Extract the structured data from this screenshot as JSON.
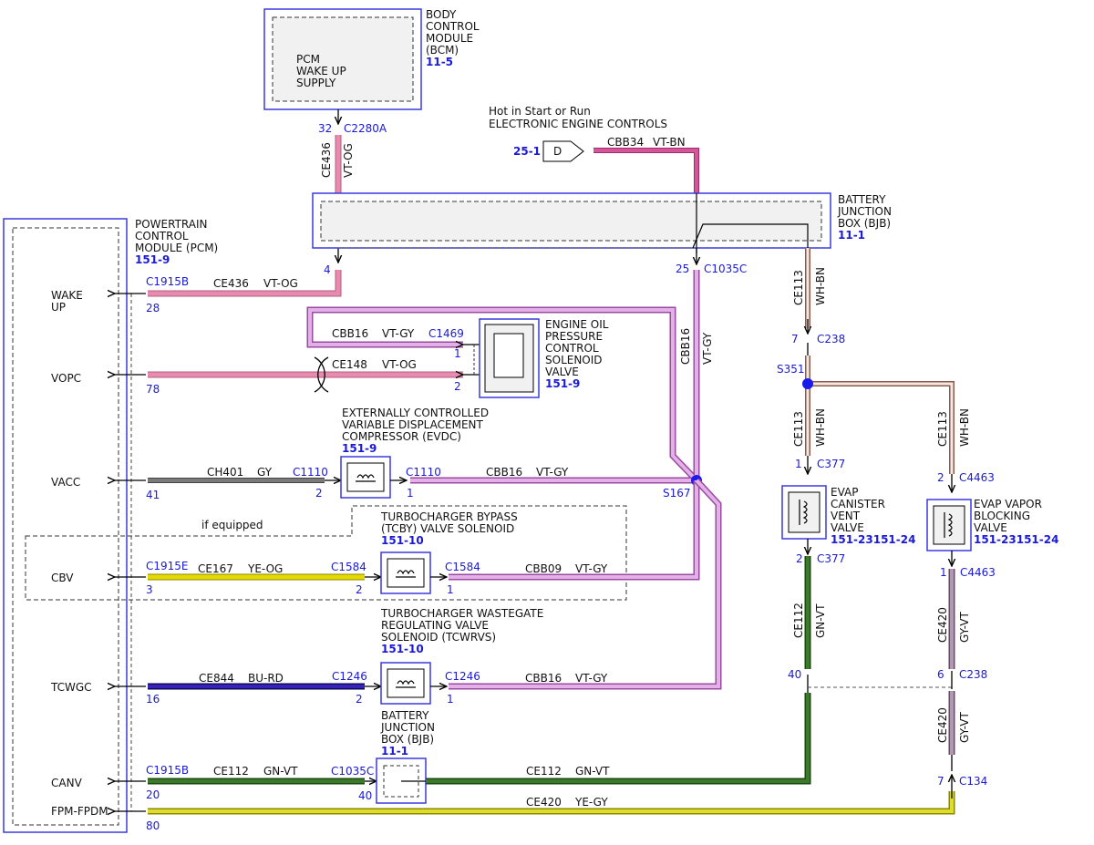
{
  "bcm": {
    "title": [
      "BODY",
      "CONTROL",
      "MODULE",
      "(BCM)"
    ],
    "ref": "11-5",
    "inner": [
      "PCM",
      "WAKE UP",
      "SUPPLY"
    ]
  },
  "source": {
    "line1": "Hot in Start or Run",
    "line2": "ELECTRONIC ENGINE CONTROLS",
    "ref": "25-1",
    "connector": "D",
    "circuit": "CBB34",
    "color": "VT-BN"
  },
  "bjb": {
    "title": [
      "BATTERY",
      "JUNCTION",
      "BOX (BJB)"
    ],
    "ref": "11-1"
  },
  "pcm": {
    "title": [
      "POWERTRAIN",
      "CONTROL",
      "MODULE (PCM)"
    ],
    "ref": "151-9",
    "pins": [
      "WAKE",
      "UP",
      "VOPC",
      "VACC",
      "CBV",
      "TCWGC",
      "CANV",
      "FPM-FPDM"
    ]
  },
  "wires": {
    "wakeup": {
      "conn": "C1915B",
      "pin": "28",
      "circuit": "CE436",
      "color": "VT-OG",
      "vcircuit": "CE436",
      "vcolor": "VT-OG",
      "top_pin": "32",
      "top_conn": "C2280A",
      "bjb_pin": "4"
    },
    "cbb16_feed": {
      "circuit": "CBB16",
      "color": "VT-GY",
      "pin": "25",
      "conn": "C1035C"
    },
    "eop_a": {
      "circuit": "CBB16",
      "color": "VT-GY",
      "conn": "C1469",
      "pin": "1"
    },
    "eop_b": {
      "circuit": "CE148",
      "color": "VT-OG",
      "pin": "2"
    },
    "vopc_pin": "78",
    "vacc": {
      "circuit": "CH401",
      "color": "GY",
      "pin": "41",
      "conn": "C1110",
      "cpin": "2"
    },
    "vacc_r": {
      "conn": "C1110",
      "pin": "1",
      "circuit": "CBB16",
      "color": "VT-GY",
      "splice": "S167"
    },
    "cbv": {
      "conn": "C1915E",
      "pin": "3",
      "circuit": "CE167",
      "color": "YE-OG",
      "cconn": "C1584",
      "cpin": "2"
    },
    "cbv_r": {
      "conn": "C1584",
      "pin": "1",
      "circuit": "CBB09",
      "color": "VT-GY"
    },
    "tcw": {
      "pin": "16",
      "circuit": "CE844",
      "color": "BU-RD",
      "cconn": "C1246",
      "cpin": "2"
    },
    "tcw_r": {
      "conn": "C1246",
      "pin": "1",
      "circuit": "CBB16",
      "color": "VT-GY"
    },
    "canv": {
      "conn": "C1915B",
      "pin": "20",
      "circuit": "CE112",
      "color": "GN-VT",
      "cconn": "C1035C",
      "cpin": "40"
    },
    "canv_r": {
      "circuit": "CE112",
      "color": "GN-VT"
    },
    "fpm": {
      "pin": "80",
      "circuit": "CE420",
      "color": "YE-GY"
    }
  },
  "if_equipped": "if equipped",
  "eop": {
    "title": [
      "ENGINE OIL",
      "PRESSURE",
      "CONTROL",
      "SOLENOID",
      "VALVE"
    ],
    "ref": "151-9"
  },
  "evdc": {
    "title": [
      "EXTERNALLY CONTROLLED",
      "VARIABLE DISPLACEMENT",
      "COMPRESSOR (EVDC)"
    ],
    "ref": "151-9"
  },
  "tcby": {
    "title": [
      "TURBOCHARGER BYPASS",
      "(TCBY) VALVE SOLENOID"
    ],
    "ref": "151-10"
  },
  "tcwrvs": {
    "title": [
      "TURBOCHARGER WASTEGATE",
      "REGULATING VALVE",
      "SOLENOID (TCWRVS)"
    ],
    "ref": "151-10"
  },
  "bjb2": {
    "title": [
      "BATTERY",
      "JUNCTION",
      "BOX (BJB)"
    ],
    "ref": "11-1"
  },
  "right": {
    "ce113a": {
      "circuit": "CE113",
      "color": "WH-BN",
      "pin": "7",
      "conn": "C238"
    },
    "splice": "S351",
    "ce113b": {
      "circuit": "CE113",
      "color": "WH-BN",
      "pin": "1",
      "conn": "C377"
    },
    "ce113c": {
      "circuit": "CE113",
      "color": "WH-BN",
      "pin": "2",
      "conn": "C4463"
    },
    "canister": {
      "title": [
        "EVAP",
        "CANISTER",
        "VENT",
        "VALVE"
      ],
      "ref": "151-23151-24",
      "pin": "2",
      "conn": "C377"
    },
    "blocking": {
      "title": [
        "EVAP VAPOR",
        "BLOCKING",
        "VALVE"
      ],
      "ref": "151-23151-24",
      "pin": "1",
      "conn": "C4463"
    },
    "ce112": {
      "circuit": "CE112",
      "color": "GN-VT",
      "pin": "40"
    },
    "ce420a": {
      "circuit": "CE420",
      "color": "GY-VT",
      "pin": "6",
      "conn": "C238"
    },
    "ce420b": {
      "circuit": "CE420",
      "color": "GY-VT",
      "pin": "7",
      "conn": "C134"
    }
  },
  "colors": {
    "module_border": "#3a3ae0",
    "pin_blue": "#1a1ad6",
    "vt_og": "#e98aaf",
    "vt_gy": "#c98ad0",
    "vt_bn": "#d4559a",
    "gy": "#6e6e6e",
    "ye_og": "#e6d900",
    "bu_rd": "#2a1aa0",
    "gn_vt": "#3b7a2a",
    "ye_gy": "#e0dc2c",
    "wh_bn": "#c08a7c",
    "gy_vt": "#9a7a9a"
  }
}
